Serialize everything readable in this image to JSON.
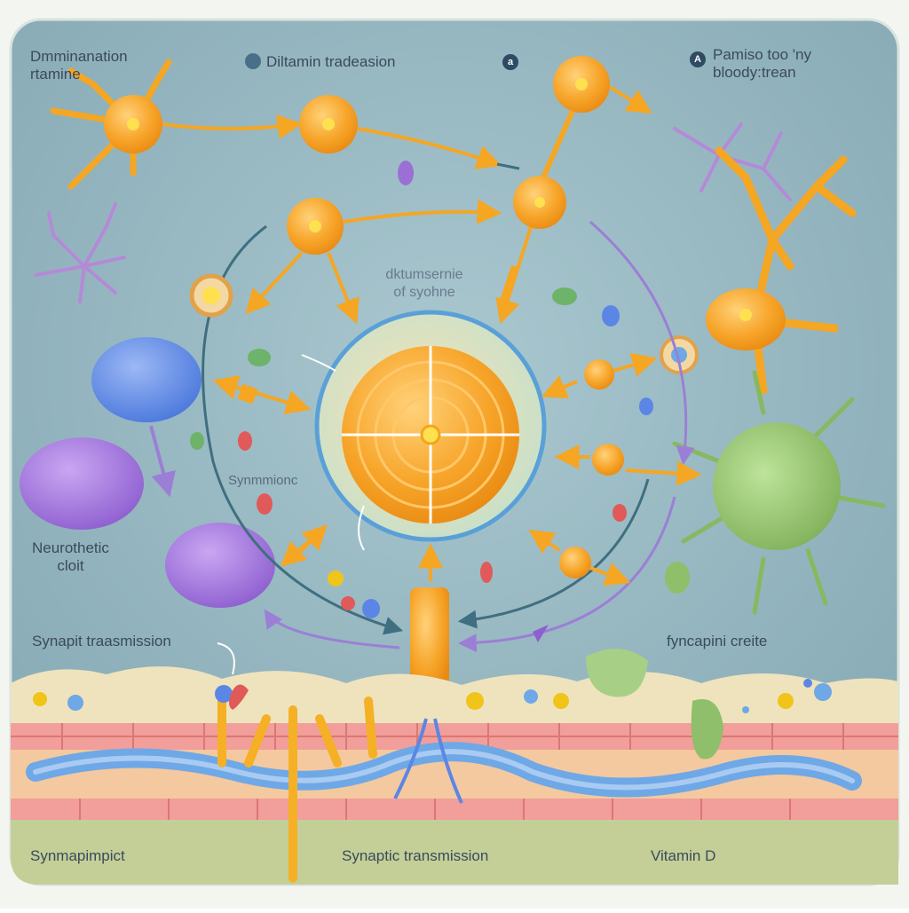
{
  "labels": {
    "top_left": "Dmminanation\nrtamine",
    "top_center": "Diltamin tradeasion",
    "badge_mid": "a",
    "badge_right": "A",
    "top_right": "Pamiso too 'ny\nbloody:trean",
    "center": "dktumsernie\nof syohne",
    "synapse_left": "Synmmionc",
    "neuro_cleft": "Neurothetic\ncloit",
    "synapse_trans_left": "Synapit traasmission",
    "synapse_create": "fyncapini creite",
    "bottom_left": "Synmapimpict",
    "bottom_center": "Synaptic transmission",
    "bottom_right": "Vitamin D"
  },
  "colors": {
    "background": "#8fb3bd",
    "frame": "#eef2ee",
    "neuron": "#f5a623",
    "neuron_core": "#ffd23f",
    "purple_cell": "#9b6fd6",
    "blue_cell": "#5b86e5",
    "green_cell": "#8fbf6a",
    "membrane": "#ef9a9a",
    "fiber": "#6fa8e6",
    "arrow": "#f5a623"
  }
}
